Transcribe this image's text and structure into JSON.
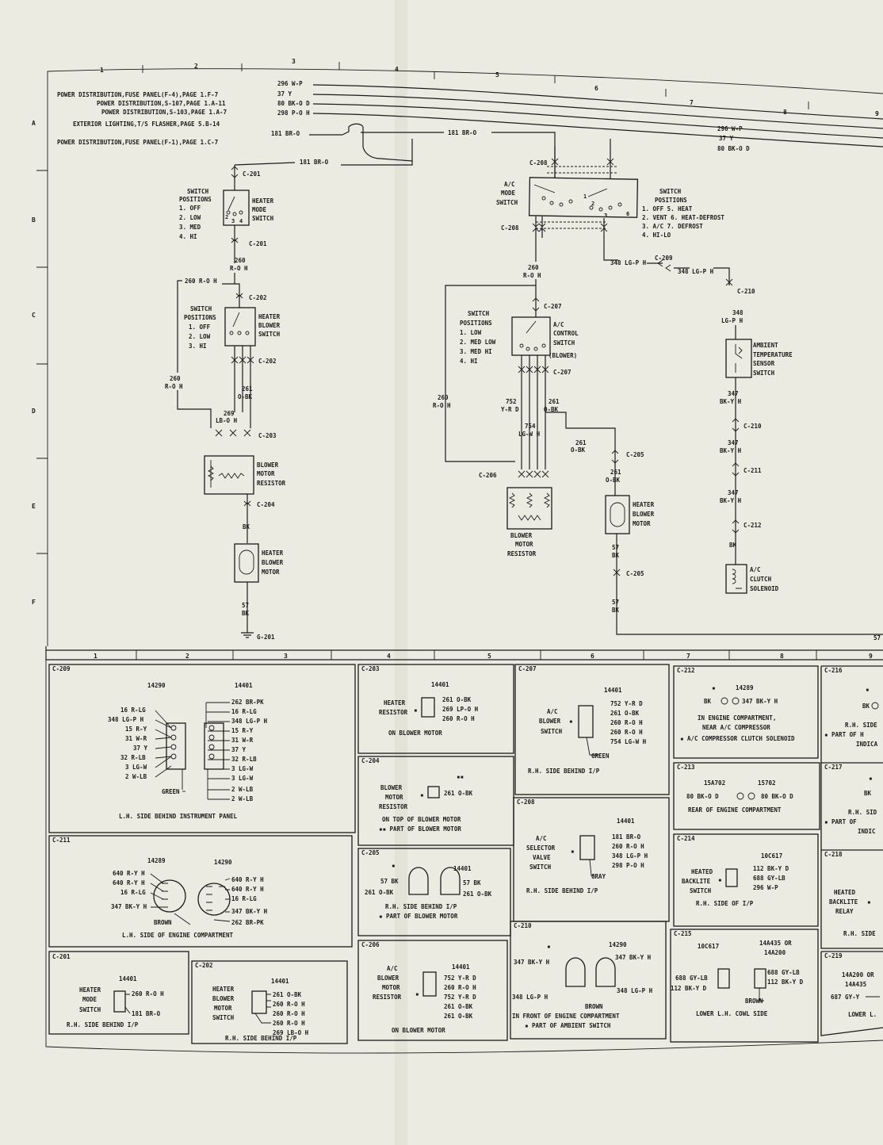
{
  "grid": {
    "top": [
      "1",
      "2",
      "3",
      "4",
      "5",
      "6",
      "7",
      "8",
      "9"
    ],
    "rows": [
      "A",
      "B",
      "C",
      "D",
      "E",
      "F"
    ],
    "bottom": [
      "1",
      "2",
      "3",
      "4",
      "5",
      "6",
      "7",
      "8",
      "9"
    ]
  },
  "sources": [
    {
      "text": "POWER DISTRIBUTION,FUSE PANEL(F-4),PAGE 1.F-7",
      "wire": "296 W-P"
    },
    {
      "text": "POWER DISTRIBUTION,S-107,PAGE 1.A-11",
      "wire": "37 Y"
    },
    {
      "text": "POWER DISTRIBUTION,S-103,PAGE 1.A-7",
      "wire": "80 BK-O D"
    },
    {
      "text": "EXTERIOR LIGHTING,T/S FLASHER,PAGE 5.B-14",
      "wire": "298 P-O H"
    },
    {
      "text": "POWER DISTRIBUTION,FUSE PANEL(F-1),PAGE 1.C-7",
      "wire": "181 BR-O"
    }
  ],
  "right_wires": [
    "296 W-P",
    "37 Y",
    "80 BK-O D"
  ],
  "wire181": [
    "181 BR-O",
    "181 BR-O"
  ],
  "left": {
    "c201": "C-201",
    "c201b": "C-201",
    "switch_title": [
      "SWITCH",
      "POSITIONS"
    ],
    "mode_positions": [
      "1. OFF",
      "2. LOW",
      "3. MED",
      "4. HI"
    ],
    "mode_switch": [
      "HEATER",
      "MODE",
      "SWITCH"
    ],
    "w260": [
      "260",
      "R-O H"
    ],
    "w260b": "260 R-O H",
    "c202": "C-202",
    "c202b": "C-202",
    "blower_positions": [
      "1. OFF",
      "2. LOW",
      "3. HI"
    ],
    "blower_switch": [
      "HEATER",
      "BLOWER",
      "SWITCH"
    ],
    "w260c": [
      "260",
      "R-O H"
    ],
    "w261": [
      "261",
      "O-BK"
    ],
    "w269": [
      "269",
      "LB-O H"
    ],
    "c203": "C-203",
    "resistor": [
      "BLOWER",
      "MOTOR",
      "RESISTOR"
    ],
    "c204": "C-204",
    "bk": "BK",
    "motor": [
      "HEATER",
      "BLOWER",
      "MOTOR"
    ],
    "w57": [
      "57",
      "BK"
    ],
    "ground": "G-201"
  },
  "middle": {
    "c208": "C-208",
    "c208b": "C-208",
    "ac_mode": [
      "A/C",
      "MODE",
      "SWITCH"
    ],
    "switch_title": [
      "SWITCH",
      "POSITIONS"
    ],
    "positions": [
      "1. OFF  5. HEAT",
      "2. VENT 6. HEAT-DEFROST",
      "3. A/C  7. DEFROST",
      "4. HI-LO"
    ],
    "w260": [
      "260",
      "R-O H"
    ],
    "c207": "C-207",
    "c207b": "C-207",
    "ctrl_positions": [
      "1. LOW",
      "2. MED LOW",
      "3. MED HI",
      "4. HI"
    ],
    "ctrl_switch": [
      "A/C",
      "CONTROL",
      "SWITCH",
      "(BLOWER)"
    ],
    "w752": [
      "752",
      "Y-R D"
    ],
    "w261": [
      "261",
      "O-BK"
    ],
    "w754": [
      "754",
      "LG-W H"
    ],
    "w261b": [
      "261",
      "O-BK"
    ],
    "w260b": [
      "260",
      "R-O H"
    ],
    "c206": "C-206",
    "c205": "C-205",
    "c205b": "C-205",
    "w261c": [
      "261",
      "O-BK"
    ],
    "resistor": [
      "BLOWER",
      "MOTOR",
      "RESISTOR"
    ],
    "motor": [
      "HEATER",
      "BLOWER",
      "MOTOR"
    ],
    "w57": [
      "57",
      "BK"
    ],
    "w57b": [
      "57",
      "BK"
    ],
    "w348a": "348 LG-P H",
    "c209": "C-209",
    "w348b": "348 LG-P H"
  },
  "right": {
    "c210": "C-210",
    "w348": [
      "348",
      "LG-P H"
    ],
    "sensor": [
      "AMBIENT",
      "TEMPERATURE",
      "SENSOR",
      "SWITCH"
    ],
    "w347a": [
      "347",
      "BK-Y H"
    ],
    "c210b": "C-210",
    "w347b": [
      "347",
      "BK-Y H"
    ],
    "c211": "C-211",
    "w347c": [
      "347",
      "BK-Y H"
    ],
    "c212": "C-212",
    "bk": "BK",
    "clutch": [
      "A/C",
      "CLUTCH",
      "SOLENOID"
    ],
    "w57end": "57"
  },
  "connectors": {
    "c209": {
      "id": "C-209",
      "p1": "14290",
      "p2": "14401",
      "left": [
        "16 R-LG",
        "348 LG-P H",
        "15 R-Y",
        "31 W-R",
        "37 Y",
        "32 R-LB",
        "3 LG-W",
        "2 W-LB"
      ],
      "right": [
        "262 BR-PK",
        "16 R-LG",
        "348 LG-P H",
        "15 R-Y",
        "31 W-R",
        "37 Y",
        "32 R-LB",
        "3 LG-W",
        "3 LG-W",
        "2 W-LB",
        "2 W-LB"
      ],
      "green": "GREEN",
      "loc": "L.H. SIDE BEHIND INSTRUMENT PANEL"
    },
    "c211": {
      "id": "C-211",
      "p1": "14289",
      "p2": "14290",
      "left": [
        "640 R-Y H",
        "640 R-Y H",
        "16 R-LG",
        "347 BK-Y H"
      ],
      "right": [
        "640 R-Y H",
        "640 R-Y H",
        "16 R-LG",
        "347 BK-Y H",
        "262 BR-PK"
      ],
      "brown": "BROWN",
      "loc": "L.H. SIDE OF ENGINE COMPARTMENT"
    },
    "c201": {
      "id": "C-201",
      "p": "14401",
      "name": [
        "HEATER",
        "MODE",
        "SWITCH"
      ],
      "w1": "260 R-O H",
      "w2": "181 BR-O",
      "loc": "R.H. SIDE BEHIND I/P"
    },
    "c202": {
      "id": "C-202",
      "p": "14401",
      "name": [
        "HEATER",
        "BLOWER",
        "MOTOR",
        "SWITCH"
      ],
      "wires": [
        "261 O-BK",
        "260 R-O H",
        "260 R-O H",
        "260 R-O H",
        "269 LB-O H"
      ],
      "loc": "R.H. SIDE BEHIND I/P"
    },
    "c203": {
      "id": "C-203",
      "p": "14401",
      "name": [
        "HEATER",
        "RESISTOR"
      ],
      "wires": [
        "261 O-BK",
        "269 LP-O H",
        "260 R-O H"
      ],
      "loc": "ON BLOWER MOTOR"
    },
    "c204": {
      "id": "C-204",
      "mark": "▪▪",
      "name": [
        "BLOWER",
        "MOTOR",
        "RESISTOR"
      ],
      "wire": "261 O-BK",
      "loc1": "ON TOP OF BLOWER MOTOR",
      "loc2": "▪▪ PART OF BLOWER MOTOR"
    },
    "c205": {
      "id": "C-205",
      "p": "14401",
      "lw1": "57 BK",
      "lw2": "261 O-BK",
      "rw1": "57 BK",
      "rw2": "261 O-BK",
      "loc1": "R.H. SIDE BEHIND I/P",
      "loc2": "▪ PART OF BLOWER MOTOR"
    },
    "c206": {
      "id": "C-206",
      "p": "14401",
      "name": [
        "A/C",
        "BLOWER",
        "MOTOR",
        "RESISTOR"
      ],
      "wires": [
        "752 Y-R D",
        "260 R-O H",
        "752 Y-R D",
        "261 O-BK",
        "261 O-BK"
      ],
      "loc": "ON BLOWER MOTOR"
    },
    "c207": {
      "id": "C-207",
      "p": "14401",
      "name": [
        "A/C",
        "BLOWER",
        "SWITCH"
      ],
      "wires": [
        "752 Y-R D",
        "261 O-BK",
        "260 R-O H",
        "260 R-O H",
        "754 LG-W H"
      ],
      "green": "GREEN",
      "loc": "R.H. SIDE BEHIND I/P"
    },
    "c208": {
      "id": "C-208",
      "p": "14401",
      "name": [
        "A/C",
        "SELECTOR",
        "VALVE",
        "SWITCH"
      ],
      "wires": [
        "181 BR-O",
        "260 R-O H",
        "348 LG-P H",
        "298 P-O H"
      ],
      "gray": "GRAY",
      "loc": "R.H. SIDE BEHIND I/P"
    },
    "c210": {
      "id": "C-210",
      "p": "14290",
      "lw1": "347 BK-Y H",
      "lw2": "348 LG-P H",
      "rw1": "347 BK-Y H",
      "rw2": "348 LG-P H",
      "brown": "BROWN",
      "loc1": "IN FRONT OF ENGINE COMPARTMENT",
      "loc2": "▪ PART OF AMBIENT SWITCH"
    },
    "c212": {
      "id": "C-212",
      "p": "14289",
      "lw": "BK",
      "rw": "347 BK-Y H",
      "loc1": "IN ENGINE COMPARTMENT,",
      "loc2": "NEAR A/C COMPRESSOR",
      "loc3": "▪ A/C COMPRESSOR CLUTCH SOLENOID"
    },
    "c213": {
      "id": "C-213",
      "p1": "15A702",
      "p2": "15702",
      "lw": "80 BK-O D",
      "rw": "80 BK-O D",
      "loc": "REAR OF ENGINE COMPARTMENT"
    },
    "c214": {
      "id": "C-214",
      "p": "10C617",
      "name": [
        "HEATED",
        "BACKLITE",
        "SWITCH"
      ],
      "wires": [
        "112 BK-Y D",
        "688 GY-LB",
        "296 W-P"
      ],
      "loc": "R.H. SIDE OF I/P"
    },
    "c215": {
      "id": "C-215",
      "p1": "10C617",
      "p2": [
        "14A435 OR",
        "14A200"
      ],
      "lw1": "688 GY-LB",
      "lw2": "112 BK-Y D",
      "rw1": "688 GY-LB",
      "rw2": "112 BK-Y D",
      "brown": "BROWN",
      "loc": "LOWER L.H. COWL SIDE"
    },
    "c216": {
      "id": "C-216",
      "bk": "BK",
      "loc1": "R.H. SIDE",
      "loc2": "▪ PART OF H",
      "loc3": "INDICA"
    },
    "c217": {
      "id": "C-217",
      "bk": "BK",
      "loc1": "R.H. SID",
      "loc2": "▪ PART OF",
      "loc3": "INDIC"
    },
    "c218": {
      "id": "C-218",
      "name": [
        "HEATED",
        "BACKLITE",
        "RELAY"
      ],
      "loc": "R.H. SIDE"
    },
    "c219": {
      "id": "C-219",
      "p": [
        "14A200 OR",
        "14A435"
      ],
      "w": "687 GY-Y",
      "loc": "LOWER L."
    }
  },
  "marker": "▪"
}
